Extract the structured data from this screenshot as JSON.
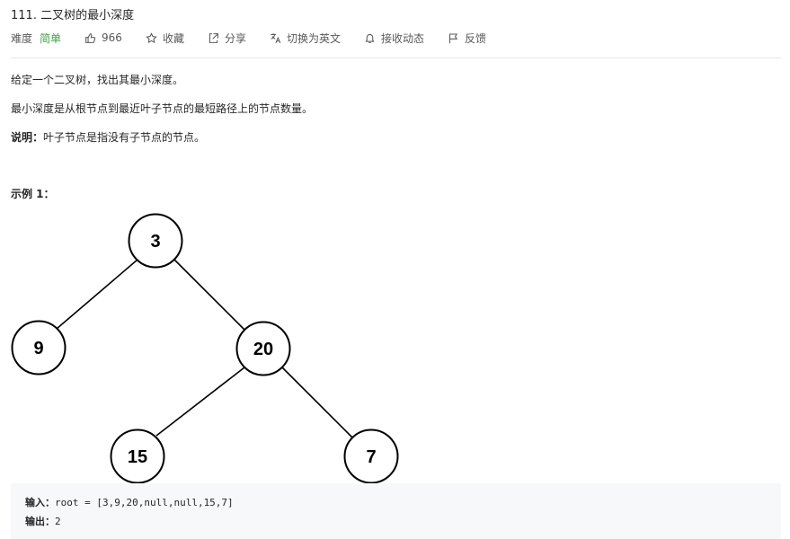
{
  "problem": {
    "title": "111. 二叉树的最小深度",
    "difficulty_label": "难度",
    "difficulty_value": "简单",
    "likes": "966",
    "collect": "收藏",
    "share": "分享",
    "switch_lang": "切换为英文",
    "subscribe": "接收动态",
    "feedback": "反馈"
  },
  "description": {
    "p1": "给定一个二叉树，找出其最小深度。",
    "p2": "最小深度是从根节点到最近叶子节点的最短路径上的节点数量。",
    "note_label": "说明：",
    "note_text": "叶子节点是指没有子节点的节点。",
    "example_title": "示例 1："
  },
  "tree": {
    "nodes": [
      {
        "id": "n3",
        "label": "3"
      },
      {
        "id": "n9",
        "label": "9"
      },
      {
        "id": "n20",
        "label": "20"
      },
      {
        "id": "n15",
        "label": "15"
      },
      {
        "id": "n7",
        "label": "7"
      }
    ]
  },
  "example": {
    "input_label": "输入：",
    "input_value": "root = [3,9,20,null,null,15,7]",
    "output_label": "输出：",
    "output_value": "2"
  },
  "colors": {
    "accent_green": "#43a047",
    "text": "#262626",
    "muted": "#595959",
    "code_bg": "#f7f8fa"
  }
}
